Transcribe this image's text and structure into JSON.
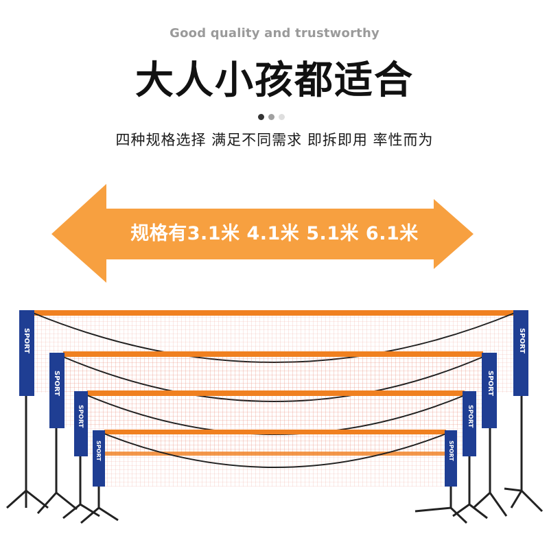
{
  "header": {
    "subtitle": "Good quality and trustworthy",
    "title": "大人小孩都适合",
    "tagline": "四种规格选择 满足不同需求 即拆即用 率性而为"
  },
  "pager_dots": [
    "#333333",
    "#a0a0a0",
    "#dedede"
  ],
  "banner": {
    "text": "规格有3.1米  4.1米  5.1米  6.1米",
    "color": "#f7a040"
  },
  "product": {
    "post_label": "SPORT",
    "net_border_color": "#f08020",
    "post_color": "#1f3e93",
    "net_sizes": [
      "3.1米",
      "4.1米",
      "5.1米",
      "6.1米"
    ]
  }
}
